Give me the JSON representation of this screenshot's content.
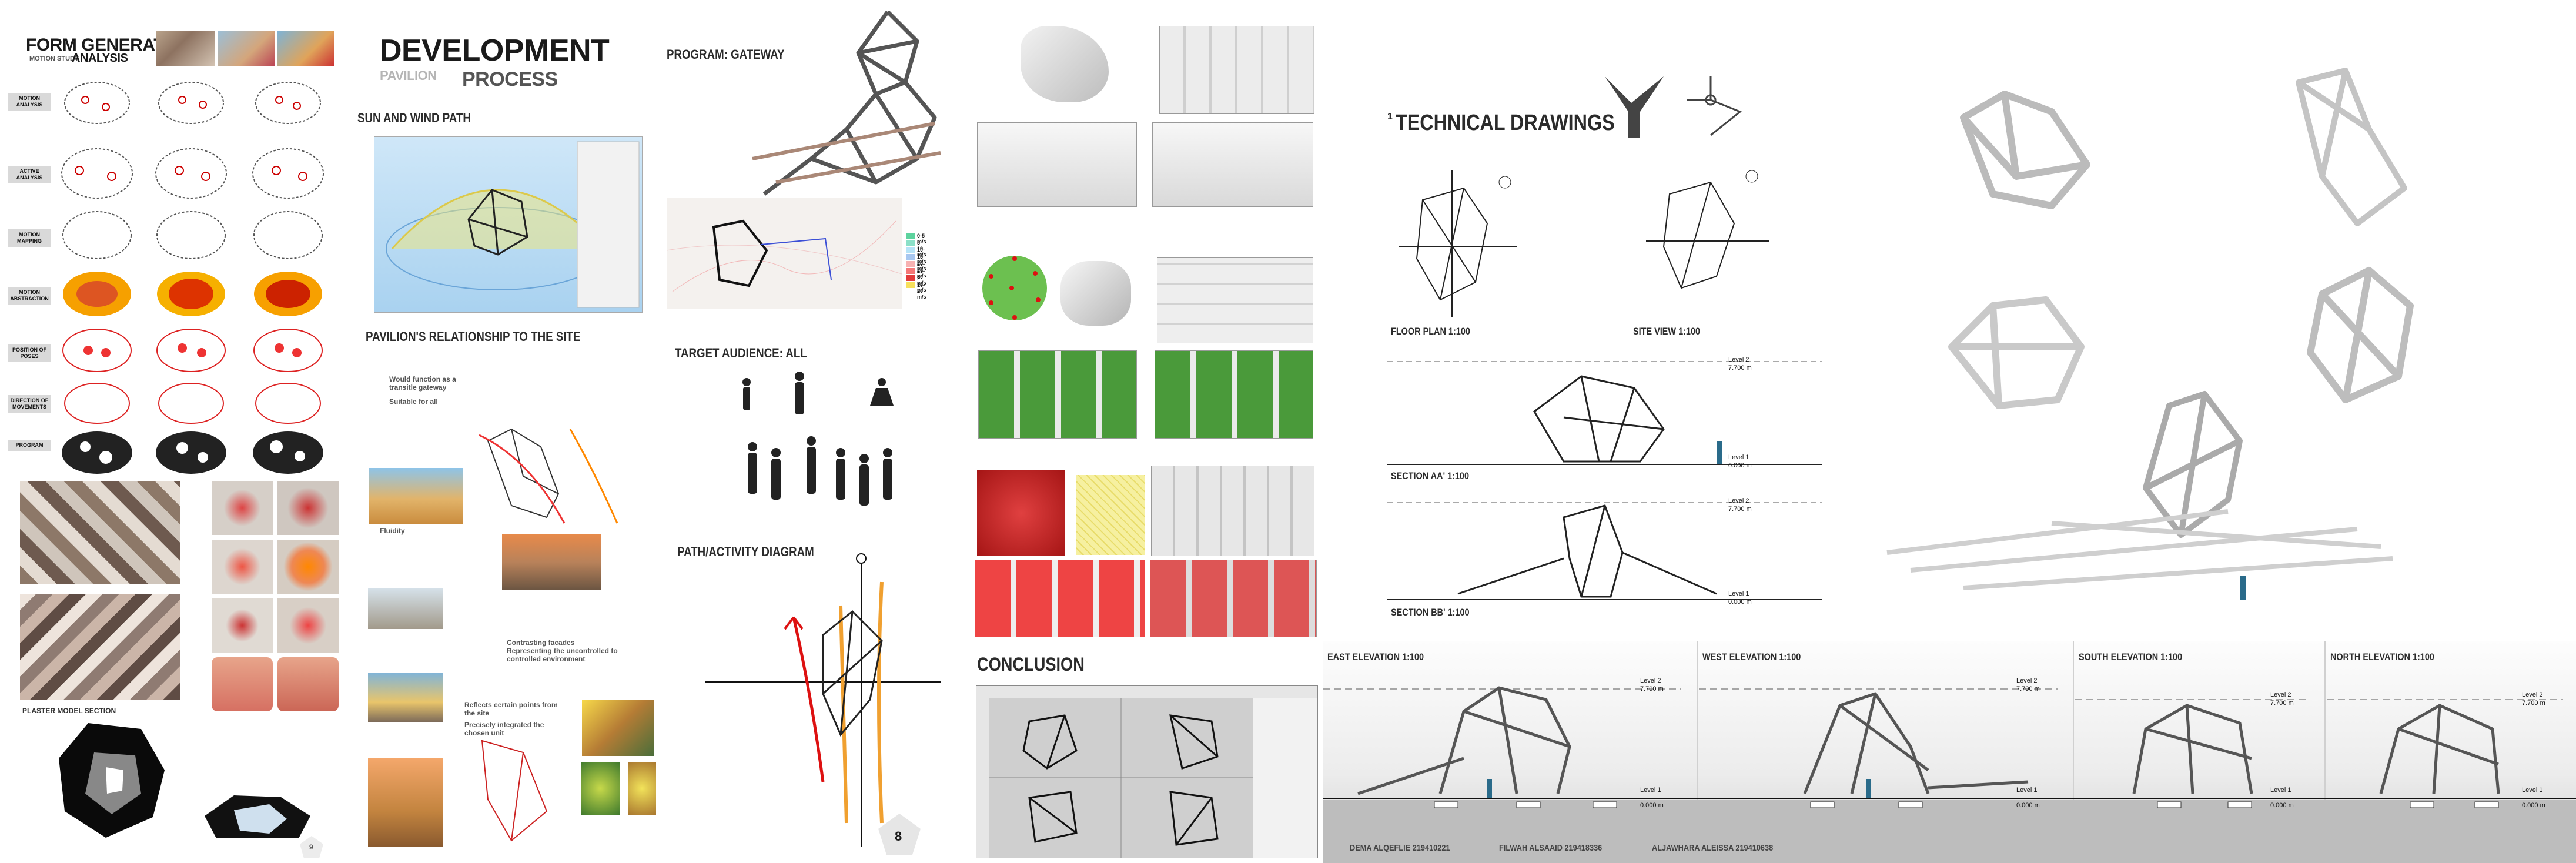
{
  "panel1": {
    "title": "FORM GENERATION",
    "subtitle_a": "MOTION STUDY",
    "subtitle_b": "ANALYSIS",
    "rows": [
      "MOTION ANALYSIS",
      "ACTIVE ANALYSIS",
      "MOTION MAPPING",
      "MOTION ABSTRACTION",
      "POSITION OF POSES",
      "DIRECTION OF MOVEMENTS",
      "PROGRAM"
    ],
    "plaster_label": "PLASTER MODEL SECTION",
    "page_number": "9"
  },
  "panel2": {
    "title": "DEVELOPMENT",
    "subtitle_gray": "PAVILION",
    "subtitle_dark": "PROCESS",
    "sun_wind": "SUN AND WIND PATH",
    "site_rel": "PAVILION'S RELATIONSHIP TO THE SITE",
    "bullet1": "Would function as a transitle gateway",
    "bullet2": "Suitable for all",
    "fluidity": "Fluidity",
    "contrast": "Contrasting facades Representing the uncontrolled to controlled environment",
    "reflects1": "Reflects certain points from the site",
    "reflects2": "Precisely integrated the chosen unit"
  },
  "panel3": {
    "program": "PROGRAM: GATEWAY",
    "target": "TARGET AUDIENCE: ALL",
    "path": "PATH/ACTIVITY DIAGRAM",
    "page_number": "8",
    "legend": [
      "0-5 m/s",
      "5-10 m/s",
      "10-15 m/s",
      "15-20 m/s",
      "20-25 m/s",
      "25-30 m/s",
      "> 30 m/s",
      "10-20 m/s"
    ],
    "legend_colors": [
      "#5dd39e",
      "#8be0c8",
      "#b6e3f7",
      "#a7c7f0",
      "#f7b2b2",
      "#f57878",
      "#e23b3b",
      "#f7e05d"
    ]
  },
  "panel4": {
    "conclusion": "CONCLUSION"
  },
  "panel5": {
    "number": "1",
    "title": "TECHNICAL DRAWINGS",
    "floor_plan": "FLOOR PLAN 1:100",
    "site_view": "SITE VIEW 1:100",
    "section_aa": "SECTION AA' 1:100",
    "section_bb": "SECTION BB' 1:100",
    "level2": "Level 2",
    "level2_val": "7.700 m",
    "level1": "Level 1",
    "level1_val": "0.000 m"
  },
  "elevations": {
    "east": "EAST ELEVATION 1:100",
    "west": "WEST ELEVATION 1:100",
    "south": "SOUTH ELEVATION 1:100",
    "north": "NORTH ELEVATION 1:100",
    "level2": "Level 2",
    "level2_val": "7.700 m",
    "level1": "Level 1",
    "level1_val": "0.000 m",
    "names": [
      "DEMA ALQEFLIE 219410221",
      "FILWAH ALSAAID 219418336",
      "ALJAWHARA ALEISSA 219410638"
    ]
  }
}
